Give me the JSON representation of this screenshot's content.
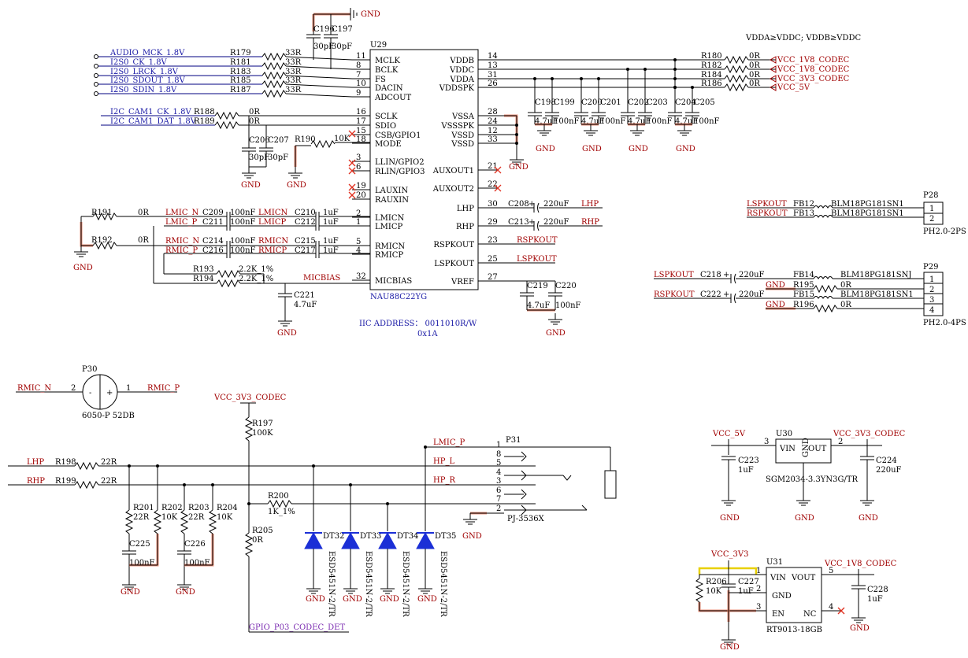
{
  "u29": {
    "ref": "U29",
    "part": "NAU88C22YG",
    "iic_address": "IIC ADDRESS： 0011010R/W",
    "iic_hex": "0x1A",
    "left_pins": [
      {
        "num": "11",
        "name": "MCLK"
      },
      {
        "num": "8",
        "name": "BCLK"
      },
      {
        "num": "7",
        "name": "FS"
      },
      {
        "num": "10",
        "name": "DACIN"
      },
      {
        "num": "9",
        "name": "ADCOUT"
      },
      {
        "num": "16",
        "name": "SCLK"
      },
      {
        "num": "17",
        "name": "SDIO"
      },
      {
        "num": "15",
        "name": "CSB/GPIO1"
      },
      {
        "num": "18",
        "name": "MODE"
      },
      {
        "num": "3",
        "name": "LLIN/GPIO2"
      },
      {
        "num": "6",
        "name": "RLIN/GPIO3"
      },
      {
        "num": "19",
        "name": "LAUXIN"
      },
      {
        "num": "20",
        "name": "RAUXIN"
      },
      {
        "num": "2",
        "name": "LMICN"
      },
      {
        "num": "1",
        "name": "LMICP"
      },
      {
        "num": "5",
        "name": "RMICN"
      },
      {
        "num": "4",
        "name": "RMICP"
      },
      {
        "num": "32",
        "name": "MICBIAS"
      }
    ],
    "right_pins": [
      {
        "num": "14",
        "name": "VDDB"
      },
      {
        "num": "13",
        "name": "VDDC"
      },
      {
        "num": "31",
        "name": "VDDA"
      },
      {
        "num": "26",
        "name": "VDDSPK"
      },
      {
        "num": "28",
        "name": "VSSA"
      },
      {
        "num": "24",
        "name": "VSSSPK"
      },
      {
        "num": "12",
        "name": "VSSD"
      },
      {
        "num": "33",
        "name": "VSSD"
      },
      {
        "num": "21",
        "name": "AUXOUT1"
      },
      {
        "num": "22",
        "name": "AUXOUT2"
      },
      {
        "num": "30",
        "name": "LHP"
      },
      {
        "num": "29",
        "name": "RHP"
      },
      {
        "num": "23",
        "name": "RSPKOUT"
      },
      {
        "num": "25",
        "name": "LSPKOUT"
      },
      {
        "num": "27",
        "name": "VREF"
      }
    ]
  },
  "note": "VDDA≥VDDC; VDDB≥VDDC",
  "i2s_nets": [
    {
      "net": "AUDIO_MCK_1.8V",
      "res": "R179",
      "val": "33R"
    },
    {
      "net": "I2S0_CK_1.8V",
      "res": "R181",
      "val": "33R"
    },
    {
      "net": "I2S0_LRCK_1.8V",
      "res": "R183",
      "val": "33R"
    },
    {
      "net": "I2S0_SDOUT_1.8V",
      "res": "R185",
      "val": "33R"
    },
    {
      "net": "I2S0_SDIN_1.8V",
      "res": "R187",
      "val": "33R"
    }
  ],
  "i2c_nets": [
    {
      "net": "I2C_CAM1_CK_1.8V",
      "res": "R188",
      "val": "0R"
    },
    {
      "net": "I2C_CAM1_DAT_1.8V",
      "res": "R189",
      "val": "0R"
    }
  ],
  "power_rails": [
    {
      "res": "R180",
      "val": "0R",
      "net": "VCC_1V8_CODEC"
    },
    {
      "res": "R182",
      "val": "0R",
      "net": "VCC_1V8_CODEC"
    },
    {
      "res": "R184",
      "val": "0R",
      "net": "VCC_3V3_CODEC"
    },
    {
      "res": "R186",
      "val": "0R",
      "net": "VCC_5V"
    }
  ],
  "decoupling": [
    {
      "ref": "C198",
      "val": "4.7uF"
    },
    {
      "ref": "C199",
      "val": "100nF"
    },
    {
      "ref": "C200",
      "val": "4.7uF"
    },
    {
      "ref": "C201",
      "val": "100nF"
    },
    {
      "ref": "C202",
      "val": "4.7uF"
    },
    {
      "ref": "C203",
      "val": "100nF"
    },
    {
      "ref": "C204",
      "val": "4.7uF"
    },
    {
      "ref": "C205",
      "val": "100nF"
    }
  ],
  "labels": {
    "gnd": "GND",
    "c196": "C196",
    "c197": "C197",
    "pf30": "30pF",
    "c206": "C206",
    "c207": "C207",
    "r190": "R190",
    "k10": "10K",
    "r191": "R191",
    "r192": "R192",
    "zero": "0R",
    "lmic_n": "LMIC_N",
    "lmic_p": "LMIC_P",
    "rmic_n": "RMIC_N",
    "rmic_p": "RMIC_P",
    "c209": "C209",
    "c211": "C211",
    "c214": "C214",
    "c216": "C216",
    "nf100": "100nF",
    "lmicn": "LMICN",
    "lmicp": "LMICP",
    "rmicn": "RMICN",
    "rmicp": "RMICP",
    "c210": "C210",
    "c212": "C212",
    "c215": "C215",
    "c217": "C217",
    "uf1": "1uF",
    "r193": "R193",
    "r194": "R194",
    "k22": "2.2K_1%",
    "micbias": "MICBIAS",
    "c221": "C221",
    "uf47": "4.7uF",
    "c208": "C208",
    "c213": "C213",
    "uf220": "220uF",
    "lhp": "LHP",
    "rhp": "RHP",
    "rspkout": "RSPKOUT",
    "lspkout": "LSPKOUT",
    "c219": "C219",
    "c220": "C220",
    "p28": "P28",
    "fb12": "FB12",
    "fb13": "FB13",
    "blm": "BLM18PG181SN1",
    "blm_j": "BLM18PG181SNJ",
    "ph2": "PH2.0-2PS",
    "p29": "P29",
    "c218": "C218",
    "c222": "C222",
    "fb14": "FB14",
    "fb15": "FB15",
    "r195": "R195",
    "r196": "R196",
    "ph4": "PH2.0-4PS",
    "p30": "P30",
    "mic": "6050-P 52DB",
    "minus": "-",
    "plus": "+",
    "n1": "1",
    "n2": "2",
    "n3": "3",
    "n4": "4",
    "n5": "5",
    "n6": "6",
    "n7": "7",
    "n8": "8",
    "vcc3v3codec": "VCC_3V3_CODEC",
    "r197": "R197",
    "k100": "100K",
    "r198": "R198",
    "r199": "R199",
    "r22": "22R",
    "r200": "R200",
    "k1": "1K_1%",
    "r201": "R201",
    "r202": "R202",
    "r203": "R203",
    "r204": "R204",
    "r205": "R205",
    "c225": "C225",
    "c226": "C226",
    "p31": "P31",
    "hp_l": "HP_L",
    "hp_r": "HP_R",
    "pj": "PJ-3536X",
    "dt32": "DT32",
    "dt33": "DT33",
    "dt34": "DT34",
    "dt35": "DT35",
    "esd": "ESD5451N-2/TR",
    "gpio": "GPIO_P03_CODEC_DET",
    "vcc5v": "VCC_5V",
    "u30": "U30",
    "vin": "VIN",
    "out": "OUT",
    "gnd_pin": "GND",
    "sgm": "SGM2034-3.3YN3G/TR",
    "c223": "C223",
    "c224": "C224",
    "uf220b": "220uF",
    "vcc3v3": "VCC_3V3",
    "u31": "U31",
    "vout": "VOUT",
    "en": "EN",
    "nc": "NC",
    "rt": "RT9013-18GB",
    "r206": "R206",
    "c227": "C227",
    "c228": "C228",
    "vcc1v8codec": "VCC_1V8_CODEC"
  }
}
